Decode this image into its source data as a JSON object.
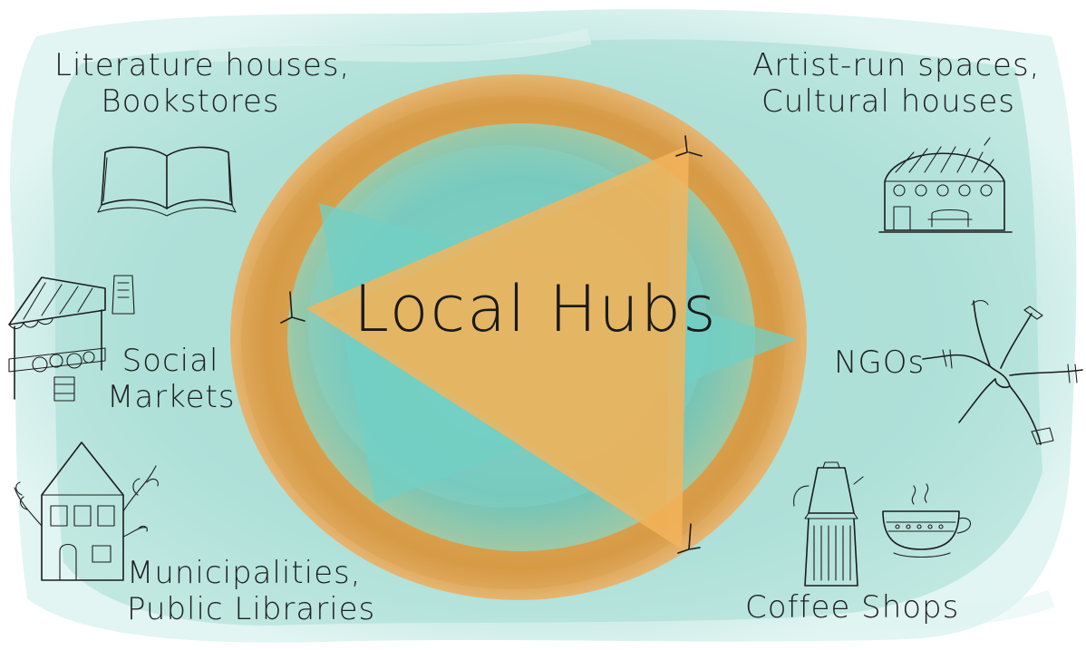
{
  "center": {
    "title": "Local Hubs"
  },
  "hubs": [
    {
      "id": "literature",
      "line1": "Literature houses,",
      "line2": "Bookstores",
      "icon": "open-book-icon"
    },
    {
      "id": "artist",
      "line1": "Artist-run spaces,",
      "line2": "Cultural houses",
      "icon": "cultural-house-icon"
    },
    {
      "id": "markets",
      "line1": "Social",
      "line2": "Markets",
      "icon": "market-stall-icon"
    },
    {
      "id": "ngos",
      "line1": "NGOs",
      "icon": "joined-hands-icon"
    },
    {
      "id": "municipal",
      "line1": "Municipalities,",
      "line2": "Public Libraries",
      "icon": "town-house-icon"
    },
    {
      "id": "coffee",
      "line1": "Coffee Shops",
      "icon": "coffee-pot-cup-icon"
    }
  ],
  "colors": {
    "wash_teal": "#8fd3ca",
    "wash_teal_light": "#c7ece6",
    "ring_orange": "#e0a24f",
    "triangle_orange": "#f0b15a",
    "triangle_teal": "#6ccbc0",
    "ink": "#1c1c1c"
  }
}
